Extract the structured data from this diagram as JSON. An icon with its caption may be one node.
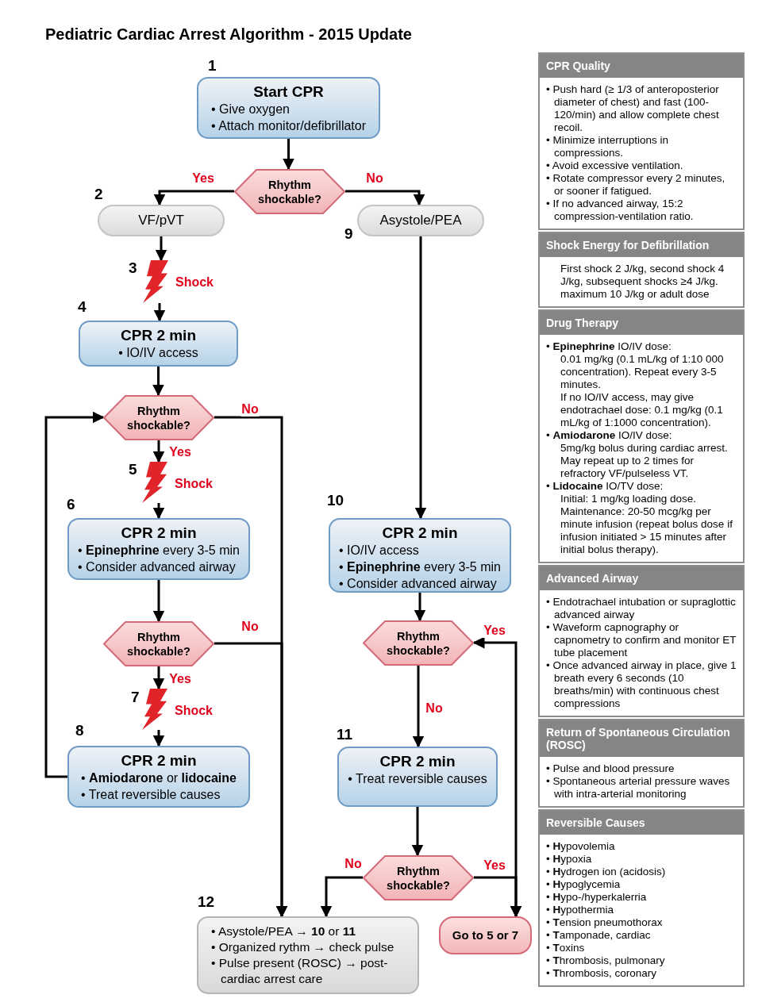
{
  "diagram": {
    "title": "Pediatric Cardiac Arrest Algorithm - 2015 Update",
    "nodes": [
      {
        "text": [
          "Start CPR",
          "• Give oxygen",
          "• Attach monitor/defibrillator"
        ],
        "beside": [
          "1"
        ]
      },
      {
        "text": [
          "Rhythm shockable?"
        ]
      },
      {
        "text": [
          "VF/pVT"
        ],
        "beside": [
          "2"
        ]
      },
      {
        "text": [
          "Shock"
        ],
        "beside": [
          "3"
        ]
      },
      {
        "text": [
          "CPR 2 min",
          "• IO/IV access"
        ],
        "beside": [
          "4"
        ]
      },
      {
        "text": [
          "Rhythm shockable?"
        ]
      },
      {
        "text": [
          "Shock"
        ],
        "beside": [
          "5"
        ]
      },
      {
        "text": [
          "CPR 2 min",
          "• **Epinephrine** every 3-5 min",
          "• Consider advanced airway"
        ],
        "beside": [
          "6"
        ]
      },
      {
        "text": [
          "Rhythm shockable?"
        ]
      },
      {
        "text": [
          "Shock"
        ],
        "beside": [
          "7"
        ]
      },
      {
        "text": [
          "CPR 2 min",
          "• **Amiodarone** or **lidocaine**",
          "• Treat reversible causes"
        ],
        "beside": [
          "8"
        ]
      },
      {
        "text": [
          "Asystole/PEA"
        ],
        "beside": [
          "9"
        ]
      },
      {
        "text": [
          "CPR 2 min",
          "• IO/IV access",
          "• **Epinephrine** every 3-5 min",
          "• Consider advanced airway"
        ],
        "beside": [
          "10"
        ]
      },
      {
        "text": [
          "Rhythm shockable?"
        ]
      },
      {
        "text": [
          "CPR 2 min",
          "• Treat reversible causes"
        ],
        "beside": [
          "11"
        ]
      },
      {
        "text": [
          "Rhythm shockable?"
        ]
      },
      {
        "text": [
          "• Asystole/PEA → **10** or **11**",
          "• Organized rythm → check pulse",
          "• Pulse present (ROSC) → post-cardiac arrest care"
        ],
        "beside": [
          "12"
        ]
      },
      {
        "text": [
          "Go to 5 or 7"
        ]
      },
      {
        "text": [
          "CPR Quality",
          "• Push hard (≥ 1/3 of anteroposterior diameter of chest) and fast (100-120/min) and allow complete chest recoil.",
          "• Minimize interruptions in compressions.",
          "• Avoid excessive ventilation.",
          "• Rotate compressor every 2 minutes, or sooner if fatigued.",
          "• If no advanced airway, 15:2 compression-ventilation ratio."
        ]
      },
      {
        "text": [
          "Shock Energy for Defibrillation",
          "First shock 2 J/kg, second shock 4 J/kg, subsequent shocks ≥4 J/kg. maximum 10 J/kg or adult dose"
        ]
      },
      {
        "text": [
          "Drug Therapy",
          "• **Epinephrine** IO/IV dose:",
          "0.01 mg/kg (0.1 mL/kg of 1:10 000 concentration). Repeat every 3-5 minutes.",
          "If no IO/IV access, may give endotrachael dose: 0.1 mg/kg (0.1 mL/kg of 1:1000 concentration).",
          "• **Amiodarone** IO/IV dose:",
          "5mg/kg bolus during cardiac arrest. May repeat up to 2 times for refractory VF/pulseless VT.",
          "• **Lidocaine** IO/TV dose:",
          "Initial: 1 mg/kg loading dose.",
          "Maintenance: 20-50 mcg/kg per minute infusion (repeat bolus dose if infusion initiated > 15 minutes after initial bolus therapy)."
        ]
      },
      {
        "text": [
          "Advanced Airway",
          "• Endotrachael intubation or supraglottic advanced airway",
          "• Waveform capnography or capnometry to confirm and monitor ET tube placement",
          "• Once advanced airway in place, give 1 breath every 6 seconds (10 breaths/min) with continuous chest compressions"
        ]
      },
      {
        "text": [
          "Return of Spontaneous Circulation (ROSC)",
          "• Pulse and blood pressure",
          "• Spontaneous arterial pressure waves with intra-arterial monitoring"
        ]
      },
      {
        "text": [
          "Reversible Causes",
          "• **H**ypovolemia",
          "• **H**ypoxia",
          "• **H**ydrogen ion (acidosis)",
          "• **H**ypoglycemia",
          "• **H**ypo-/hyperkalerria",
          "• **H**ypothermia",
          "• **T**ension pneumothorax",
          "• **T**amponade, cardiac",
          "• **T**oxins",
          "• **T**hrombosis, pulmonary",
          "• **T**hrombosis, coronary"
        ]
      }
    ],
    "edges": [
      {
        "from": 0,
        "to": 1,
        "arrow": "to"
      },
      {
        "from": 1,
        "to": 2,
        "arrow": "to",
        "label": "Yes"
      },
      {
        "from": 1,
        "to": 11,
        "arrow": "to",
        "label": "No"
      },
      {
        "from": 2,
        "to": 3,
        "arrow": "to"
      },
      {
        "from": 3,
        "to": 4,
        "arrow": "to"
      },
      {
        "from": 4,
        "to": 5,
        "arrow": "to"
      },
      {
        "from": 5,
        "to": 6,
        "arrow": "to",
        "label": "Yes"
      },
      {
        "from": 6,
        "to": 7,
        "arrow": "to"
      },
      {
        "from": 7,
        "to": 8,
        "arrow": "to"
      },
      {
        "from": 8,
        "to": 9,
        "arrow": "to",
        "label": "Yes"
      },
      {
        "from": 9,
        "to": 10,
        "arrow": "to"
      },
      {
        "from": 10,
        "to": 5,
        "arrow": "to"
      },
      {
        "from": 5,
        "to": 16,
        "arrow": "to",
        "label": "No"
      },
      {
        "from": 8,
        "to": 16,
        "arrow": "to",
        "label": "No"
      },
      {
        "from": 11,
        "to": 12,
        "arrow": "to"
      },
      {
        "from": 12,
        "to": 13,
        "arrow": "to"
      },
      {
        "from": 13,
        "to": 14,
        "arrow": "to",
        "label": "No"
      },
      {
        "from": 14,
        "to": 15,
        "arrow": "to"
      },
      {
        "from": 15,
        "to": 16,
        "arrow": "to",
        "label": "No"
      },
      {
        "from": 15,
        "to": 17,
        "arrow": "to",
        "label": "Yes"
      },
      {
        "from": 13,
        "to": 17,
        "arrow": "both",
        "label": "Yes"
      }
    ]
  }
}
